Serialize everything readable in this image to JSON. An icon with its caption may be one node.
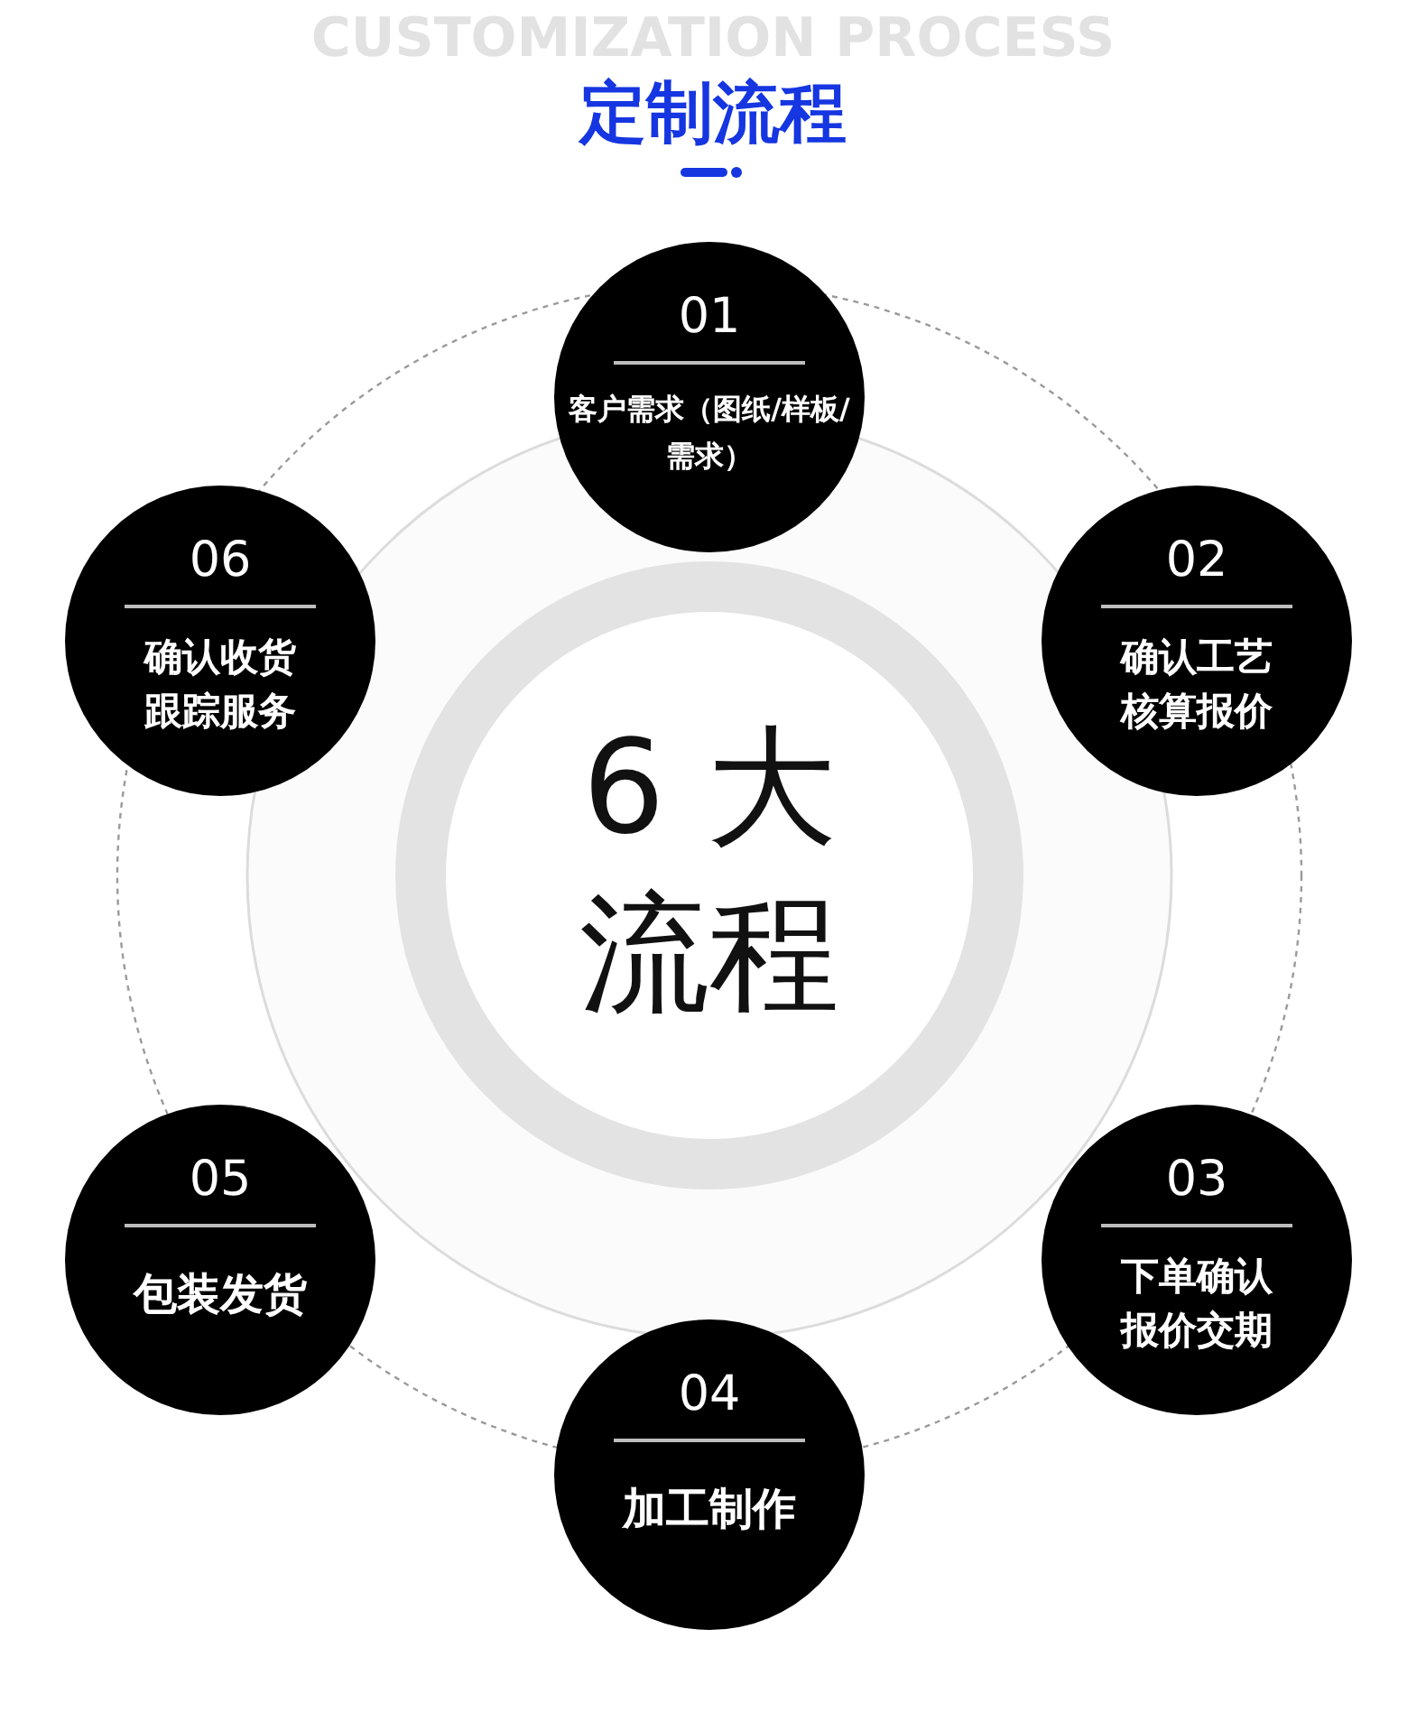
{
  "diagram": {
    "title": "定制流程",
    "nodes": [
      {
        "text": [
          "6 大流程"
        ]
      },
      {
        "text": [
          "01",
          "客户需求（图纸/样板/需求）"
        ]
      },
      {
        "text": [
          "02",
          "确认工艺核算报价"
        ]
      },
      {
        "text": [
          "03",
          "下单确认报价交期"
        ]
      },
      {
        "text": [
          "04",
          "加工制作"
        ]
      },
      {
        "text": [
          "05",
          "包装发货"
        ]
      },
      {
        "text": [
          "06",
          "确认收货跟踪服务"
        ]
      }
    ],
    "labels": [
      "CUSTOMIZATION PROCESS"
    ]
  }
}
